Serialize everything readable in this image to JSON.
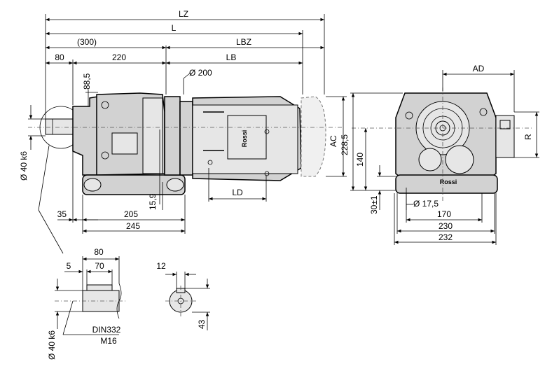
{
  "dims": {
    "lz": "LZ",
    "l": "L",
    "l300": "(300)",
    "lbz": "LBZ",
    "d80": "80",
    "d220": "220",
    "lb": "LB",
    "d88_5": "88,5",
    "phi200": "Ø 200",
    "phi40k6": "Ø 40 k6",
    "d15_9": "15,9",
    "ld": "LD",
    "ac": "AC",
    "d35": "35",
    "d205": "205",
    "d245": "245",
    "ad": "AD",
    "r": "R",
    "d228_5": "228,5",
    "d140": "140",
    "d30": "30±1",
    "phi17_5": "Ø 17,5",
    "d170": "170",
    "d230": "230",
    "d232": "232",
    "s80": "80",
    "s5": "5",
    "s70": "70",
    "s12": "12",
    "s43": "43",
    "sphi40k6": "Ø 40 k6",
    "din": "DIN332",
    "m16": "M16"
  },
  "logo_text": "Rossi"
}
